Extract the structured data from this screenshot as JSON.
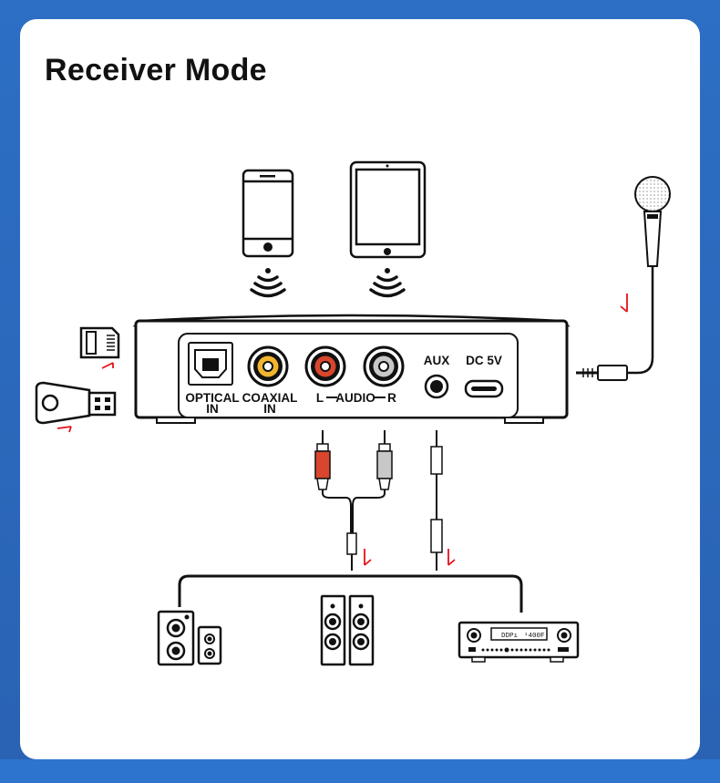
{
  "title": "Receiver Mode",
  "ports": {
    "optical_line1": "OPTICAL",
    "optical_line2": "IN",
    "coaxial_line1": "COAXIAL",
    "coaxial_line2": "IN",
    "audio_left": "L",
    "audio_label": "AUDIO",
    "audio_right": "R",
    "aux": "AUX",
    "dc": "DC 5V"
  },
  "receiver_display": {
    "left": "DDPı",
    "right": "¹400F"
  },
  "colors": {
    "background": "#2a66b8",
    "card": "#ffffff",
    "arrow": "#e8101a",
    "rca_red": "#d9462d",
    "rca_yellow": "#f2b52e",
    "rca_white": "#c8c8c8"
  },
  "icons": [
    "smartphone-icon",
    "tablet-icon",
    "wireless-signal-icon",
    "microphone-icon",
    "sd-card-icon",
    "usb-drive-icon",
    "speaker-icon",
    "tower-speaker-icon",
    "av-receiver-icon"
  ]
}
